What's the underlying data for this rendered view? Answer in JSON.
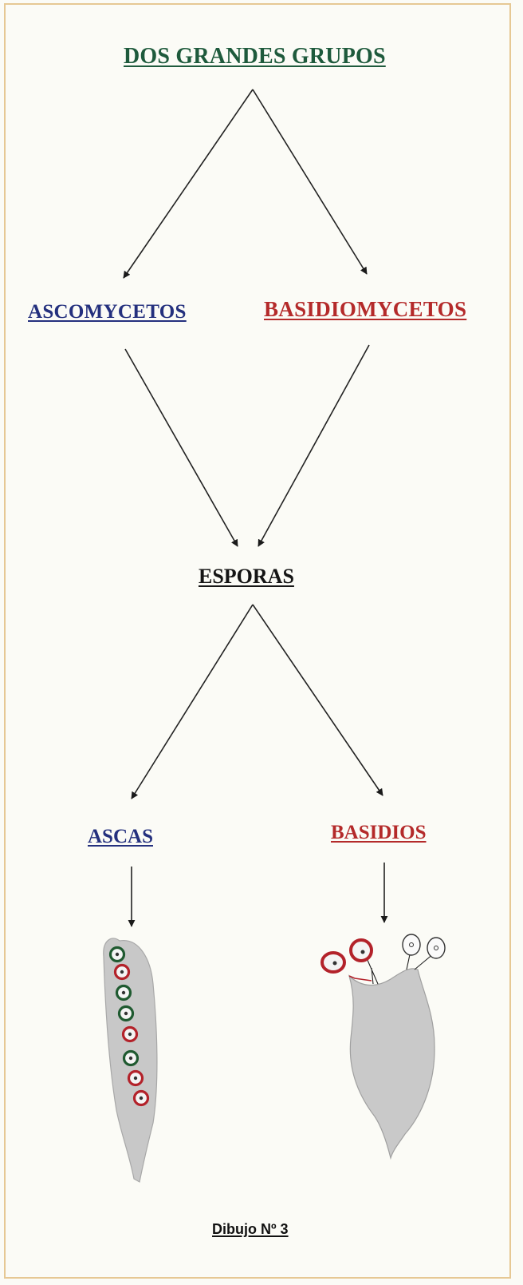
{
  "diagram": {
    "title": "DOS GRANDES GRUPOS",
    "group_left": "ASCOMYCETOS",
    "group_right": "BASIDIOMYCETOS",
    "center": "ESPORAS",
    "structure_left": "ASCAS",
    "structure_right": "BASIDIOS",
    "caption": "Dibujo Nº 3"
  },
  "colors": {
    "title": "#1e5a3c",
    "ascomycetes": "#24307e",
    "basidiomycetes": "#b42a2a",
    "center": "#151515",
    "spore_green": "#1f5a30",
    "spore_red": "#b3222a",
    "illustration_gray": "#c8c8c8",
    "frame": "#e6c894"
  },
  "icons": [
    "asca-illustration",
    "basidio-illustration",
    "arrow"
  ]
}
